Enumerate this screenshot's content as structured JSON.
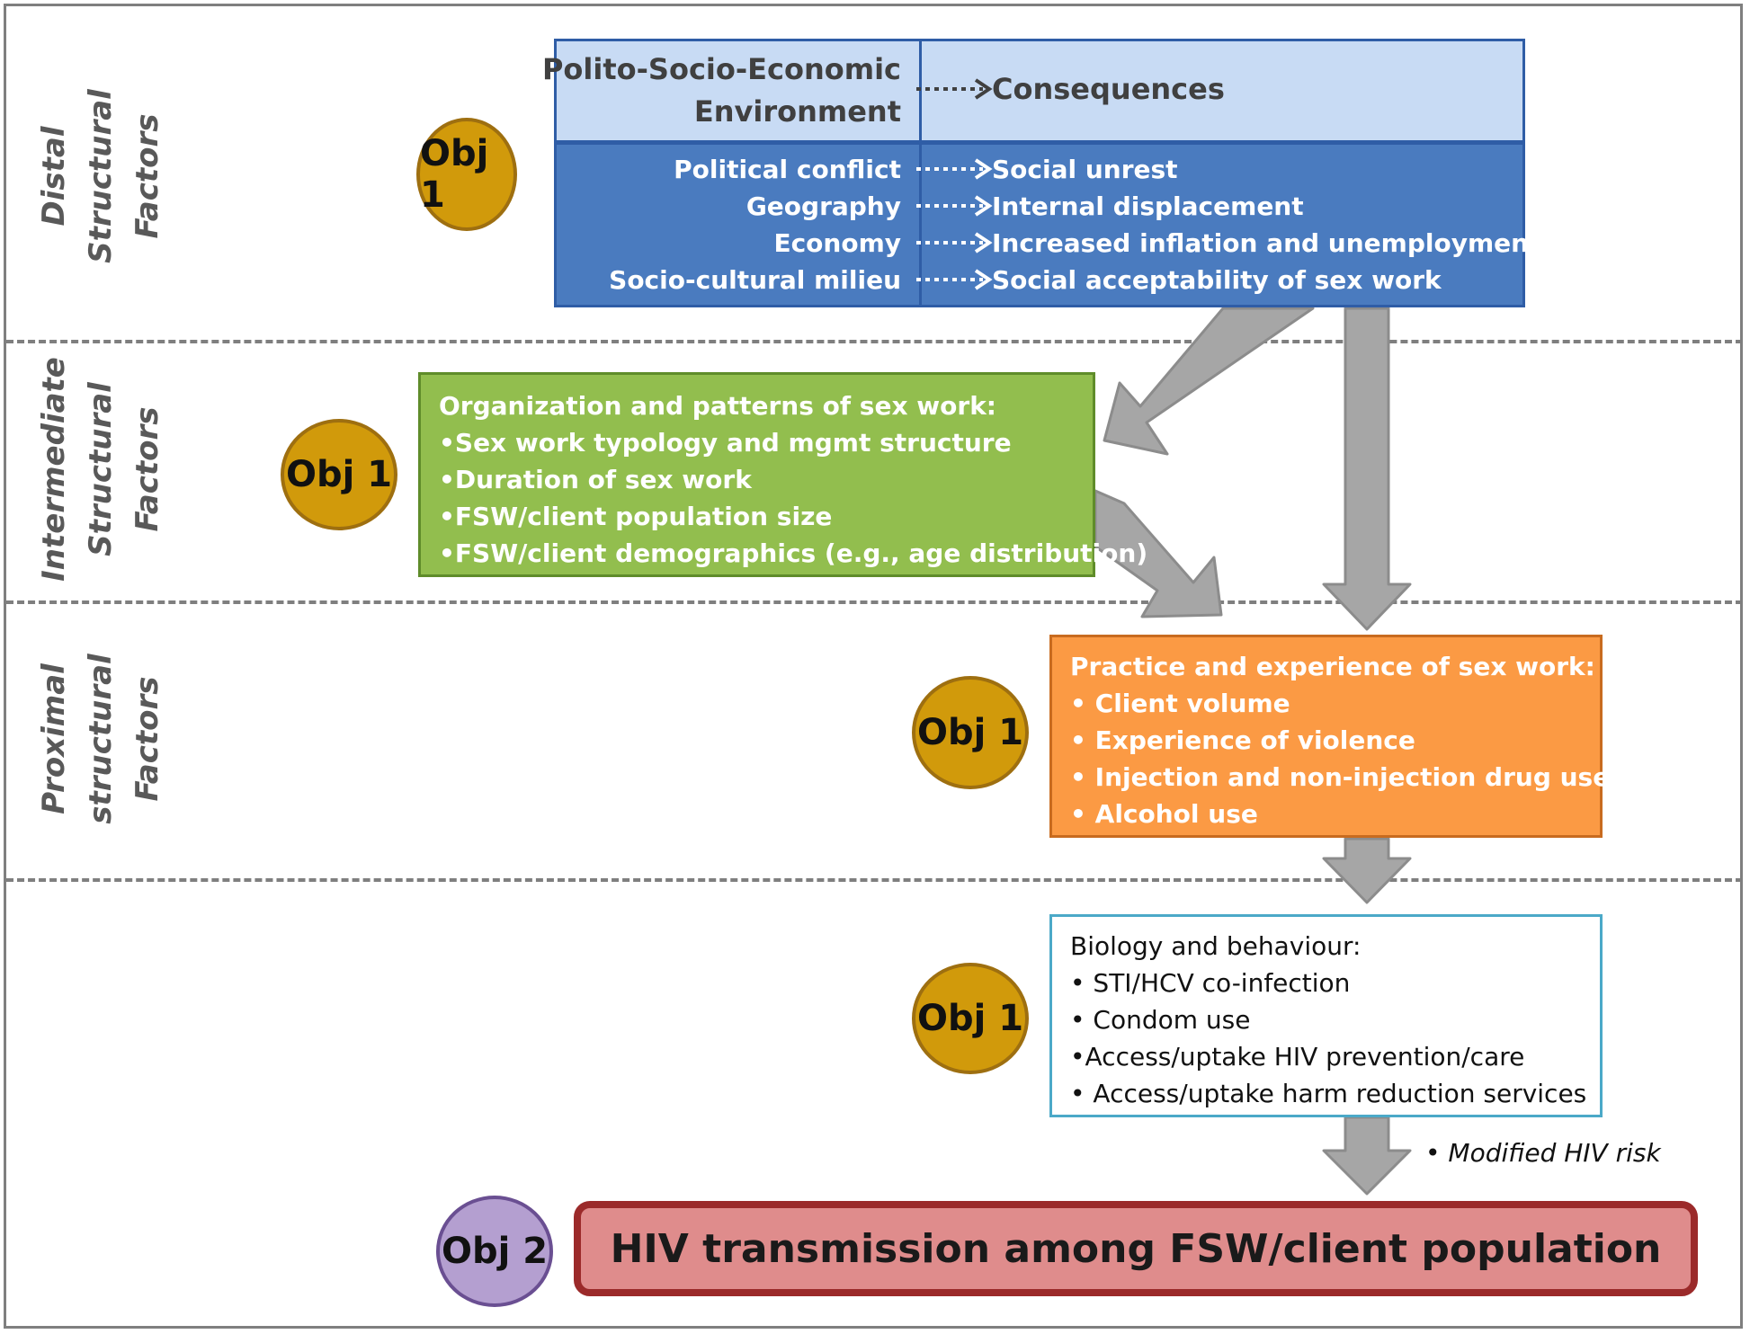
{
  "bands": [
    {
      "id": "distal",
      "lines": [
        "Distal",
        "Structural",
        "Factors"
      ]
    },
    {
      "id": "intermediate",
      "lines": [
        "Intermediate",
        "Structural",
        "Factors"
      ]
    },
    {
      "id": "proximal",
      "lines": [
        "Proximal",
        "structural",
        "Factors"
      ]
    }
  ],
  "environment": {
    "header_left": [
      "Polito-Socio-Economic",
      "Environment"
    ],
    "header_right": "Consequences",
    "rows": [
      {
        "factor": "Political conflict",
        "consequence": "Social unrest"
      },
      {
        "factor": "Geography",
        "consequence": "Internal displacement"
      },
      {
        "factor": "Economy",
        "consequence": "Increased inflation and unemployment"
      },
      {
        "factor": "Socio-cultural milieu",
        "consequence": "Social acceptability of sex work"
      }
    ]
  },
  "intermediate_box": {
    "lines": [
      "Organization and patterns of sex work:",
      "•Sex work typology and mgmt structure",
      "•Duration of sex work",
      "•FSW/client population size",
      "•FSW/client demographics  (e.g., age distribution)"
    ]
  },
  "proximal_box": {
    "lines": [
      "Practice and experience of sex work:",
      "• Client volume",
      "• Experience of violence",
      "• Injection  and non-injection drug use",
      "• Alcohol use"
    ]
  },
  "biology_box": {
    "lines": [
      "Biology and  behaviour:",
      "• STI/HCV co-infection",
      "• Condom use",
      "•Access/uptake HIV prevention/care",
      "• Access/uptake harm reduction services"
    ]
  },
  "modified_risk": "• Modified HIV risk",
  "outcome": "HIV transmission among FSW/client population",
  "objectives": {
    "distal": "Obj 1",
    "intermediate": "Obj 1",
    "proximal": "Obj 1",
    "biology": "Obj 1",
    "outcome": "Obj 2"
  },
  "colors": {
    "frame": "#7f7f7f",
    "env_header": "#c8dbf4",
    "env_body": "#4a7bbf",
    "green": "#92be4e",
    "orange": "#fb9a44",
    "biology_border": "#4ba9c8",
    "outcome_fill": "#df8c8c",
    "outcome_border": "#9b2a2a",
    "obj_gold": "#d19a0b",
    "obj_purple": "#b49fd0",
    "arrow_gray": "#a6a6a6"
  }
}
